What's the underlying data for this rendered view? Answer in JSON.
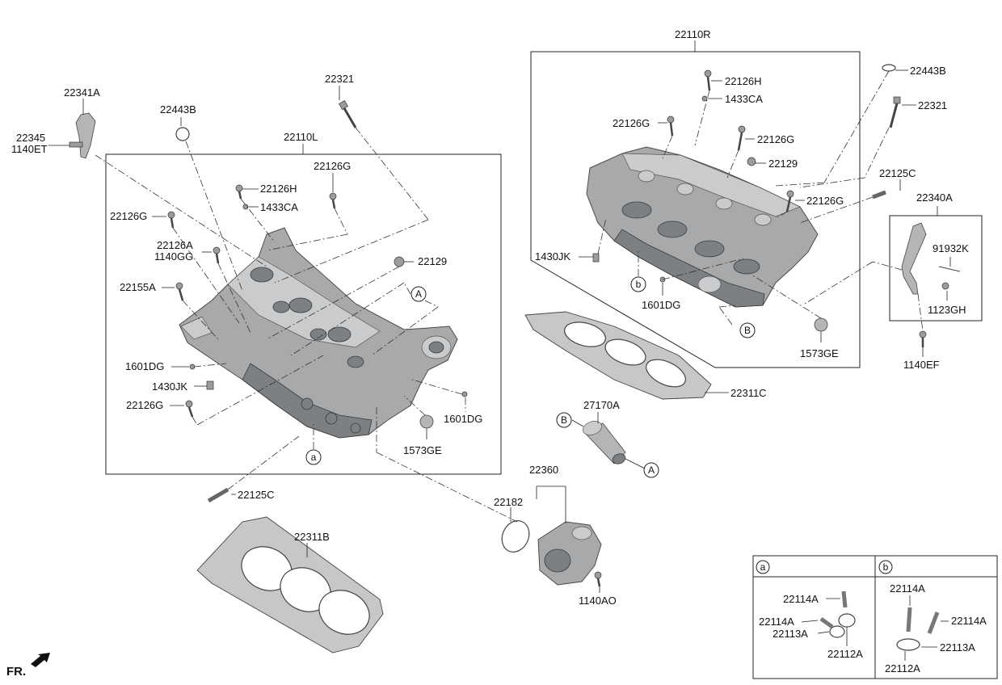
{
  "labels": {
    "p22341A": "22341A",
    "p22345": "22345",
    "p1140ET": "1140ET",
    "p22443B_l": "22443B",
    "p22321_l": "22321",
    "p22110L": "22110L",
    "p22126G_l1": "22126G",
    "p22126H_l": "22126H",
    "p1433CA_l": "1433CA",
    "p22126G_l2": "22126G",
    "p22126A": "22126A",
    "p1140GG": "1140GG",
    "p22129_l": "22129",
    "p22155A": "22155A",
    "p1601DG_l1": "1601DG",
    "p1430JK_l": "1430JK",
    "p22126G_l3": "22126G",
    "p1601DG_l2": "1601DG",
    "p1573GE_l": "1573GE",
    "p22125C_l": "22125C",
    "p22311B": "22311B",
    "p22110R": "22110R",
    "p22126H_r": "22126H",
    "p1433CA_r": "1433CA",
    "p22126G_r1": "22126G",
    "p22126G_r2": "22126G",
    "p22129_r": "22129",
    "p22126G_r3": "22126G",
    "p1430JK_r": "1430JK",
    "p1601DG_r": "1601DG",
    "p1573GE_r": "1573GE",
    "p22443B_r": "22443B",
    "p22321_r": "22321",
    "p22125C_r": "22125C",
    "p22340A": "22340A",
    "p91932K": "91932K",
    "p1123GH": "1123GH",
    "p1140EF": "1140EF",
    "p22311C": "22311C",
    "p27170A": "27170A",
    "p22360": "22360",
    "p22182": "22182",
    "p1140AO": "1140AO",
    "pa_22114A_1": "22114A",
    "pa_22114A_2": "22114A",
    "pa_22113A": "22113A",
    "pa_22112A": "22112A",
    "pb_22114A_1": "22114A",
    "pb_22114A_2": "22114A",
    "pb_22113A": "22113A",
    "pb_22112A": "22112A"
  },
  "markers": {
    "A": "A",
    "B": "B",
    "a": "a",
    "b": "b"
  },
  "fr_label": "FR.",
  "colors": {
    "line": "#222222",
    "part_fill": "#a7a9ab",
    "background": "#ffffff"
  }
}
